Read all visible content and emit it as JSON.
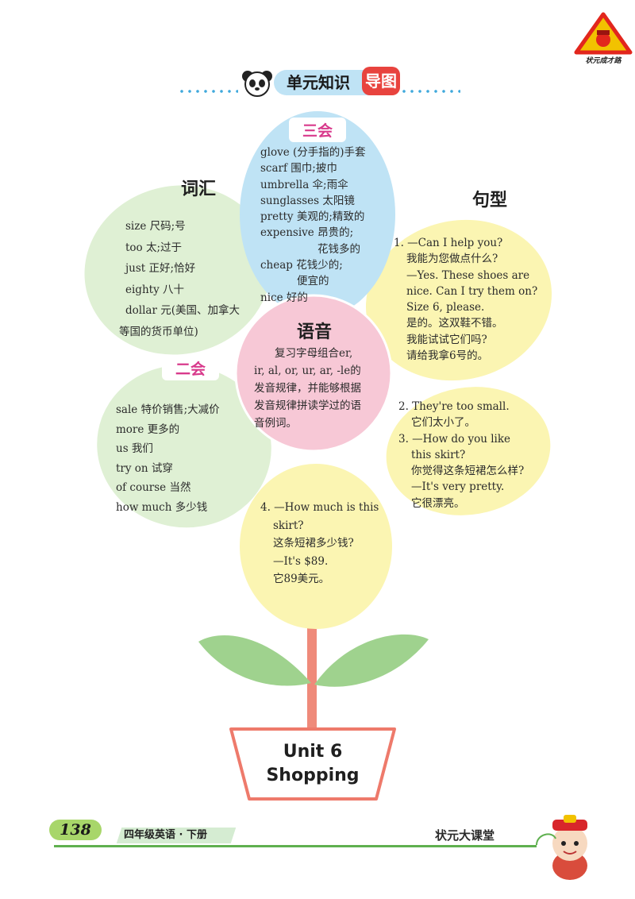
{
  "header": {
    "title": "单元知识",
    "badge": "导图"
  },
  "logo": {
    "text": "状元成才路"
  },
  "sections": {
    "vocabulary_title": "词汇",
    "sentence_title": "句型",
    "three_title": "三会",
    "two_title": "二会",
    "phonetics_title": "语音"
  },
  "three_words": [
    "glove (分手指的)手套",
    "scarf 围巾;披巾",
    "umbrella 伞;雨伞",
    "sunglasses 太阳镜",
    "pretty 美观的;精致的",
    "expensive 昂贵的;",
    "花钱多的",
    "cheap 花钱少的;",
    "便宜的",
    "nice 好的"
  ],
  "vocab_words": [
    "size 尺码;号",
    "too 太;过于",
    "just 正好;恰好",
    "eighty 八十",
    "dollar 元(美国、加拿大",
    "等国的货币单位)"
  ],
  "two_words": [
    "sale 特价销售;大减价",
    "more 更多的",
    "us 我们",
    "try on 试穿",
    "of course 当然",
    "how much 多少钱"
  ],
  "phonetics_text": [
    "复习字母组合er,",
    "ir, al, or, ur, ar, -le的",
    "发音规律，并能够根据",
    "发音规律拼读学过的语",
    "音例词。"
  ],
  "sentences_1": [
    "1. —Can I help you?",
    "我能为您做点什么?",
    "—Yes. These shoes are",
    "nice. Can I try them on?",
    "Size 6, please.",
    "是的。这双鞋不错。",
    "我能试试它们吗?",
    "请给我拿6号的。"
  ],
  "sentences_2": [
    "2. They're too small.",
    "它们太小了。",
    "3. —How do you like",
    "this skirt?",
    "你觉得这条短裙怎么样?",
    "—It's very pretty.",
    "它很漂亮。"
  ],
  "sentences_4": [
    "4. —How much is this",
    "skirt?",
    "这条短裙多少钱?",
    "—It's $89.",
    "它89美元。"
  ],
  "pot": {
    "line1": "Unit 6",
    "line2": "Shopping"
  },
  "footer": {
    "page": "138",
    "grade": "四年级英语 · 下册",
    "brand": "状元大课堂"
  }
}
